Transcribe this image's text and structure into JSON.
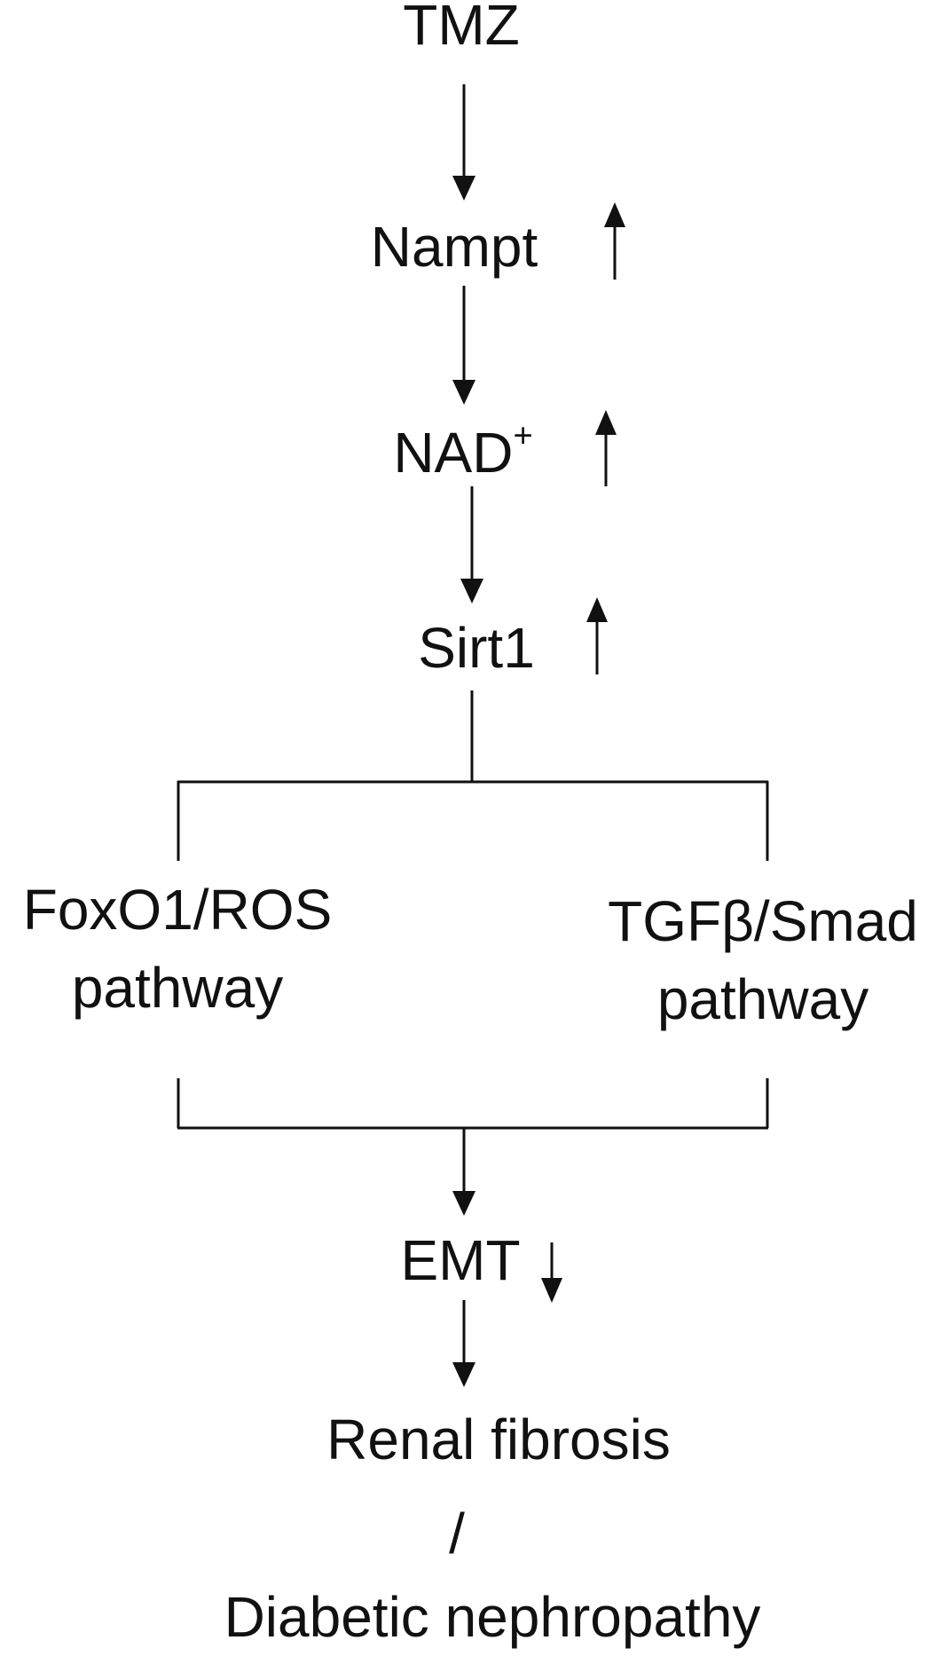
{
  "nodes": {
    "tmz": "TMZ",
    "nampt": "Nampt",
    "nad": "NAD",
    "nad_sup": "+",
    "sirt1": "Sirt1",
    "foxo1_line1": "FoxO1/ROS",
    "foxo1_line2": "pathway",
    "tgf_line1": "TGFβ/Smad",
    "tgf_line2": "pathway",
    "emt": "EMT",
    "renal_fibrosis": "Renal fibrosis",
    "slash": "/",
    "diabetic_nephropathy": "Diabetic nephropathy"
  },
  "regulation": {
    "nampt": "up",
    "nad": "up",
    "sirt1": "up",
    "emt": "down"
  },
  "colors": {
    "ink": "#111111",
    "background": "#ffffff"
  }
}
